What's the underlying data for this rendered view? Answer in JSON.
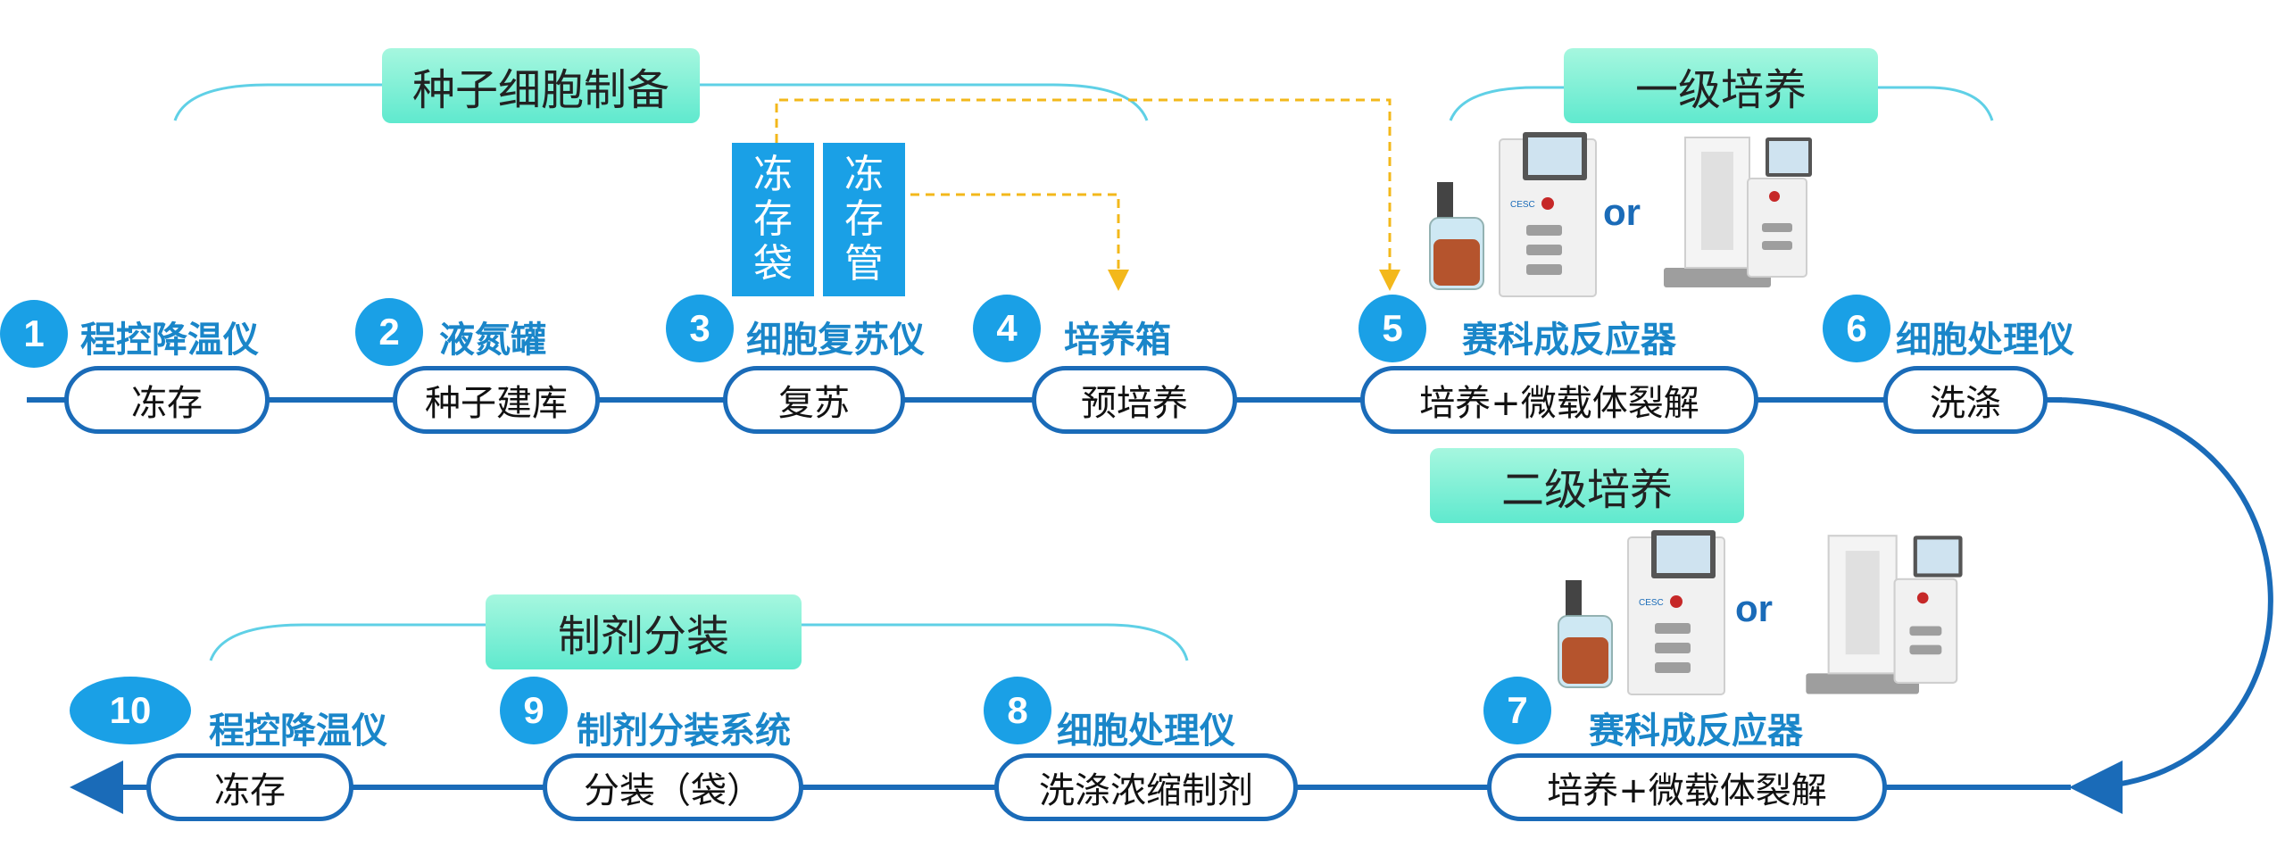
{
  "stages": {
    "seed_prep": "种子细胞制备",
    "primary_culture": "一级培养",
    "secondary_culture": "二级培养",
    "formulation": "制剂分装"
  },
  "steps": [
    {
      "num": "1",
      "title": "程控降温仪",
      "pill": "冻存"
    },
    {
      "num": "2",
      "title": "液氮罐",
      "pill": "种子建库"
    },
    {
      "num": "3",
      "title": "细胞复苏仪",
      "pill": "复苏"
    },
    {
      "num": "4",
      "title": "培养箱",
      "pill": "预培养"
    },
    {
      "num": "5",
      "title": "赛科成反应器",
      "pill": "培养+微载体裂解"
    },
    {
      "num": "6",
      "title": "细胞处理仪",
      "pill": "洗涤"
    },
    {
      "num": "7",
      "title": "赛科成反应器",
      "pill": "培养+微载体裂解"
    },
    {
      "num": "8",
      "title": "细胞处理仪",
      "pill": "洗涤浓缩制剂"
    },
    {
      "num": "9",
      "title": "制剂分装系统",
      "pill": "分装（袋）"
    },
    {
      "num": "10",
      "title": "程控降温仪",
      "pill": "冻存"
    }
  ],
  "storage": {
    "bag": "冻存袋",
    "tube": "冻存管"
  },
  "or_text": "or",
  "equipment_brand": "CESC",
  "colors": {
    "flow_line": "#1a6bb8",
    "number_badge": "#1aa0e6",
    "title_text": "#1a86c9",
    "banner": "#5fe9ce",
    "dashed": "#f3b81b"
  }
}
